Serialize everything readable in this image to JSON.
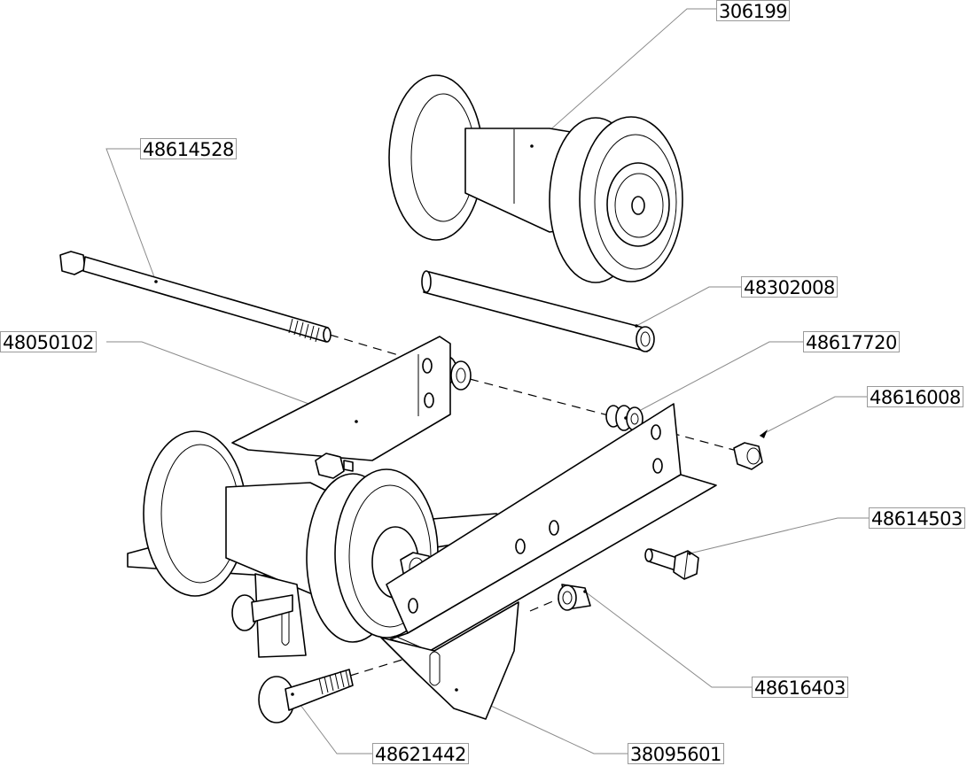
{
  "part_labels": [
    {
      "id": "306199",
      "text": "306199"
    },
    {
      "id": "48614528",
      "text": "48614528"
    },
    {
      "id": "48302008",
      "text": "48302008"
    },
    {
      "id": "48050102",
      "text": "48050102"
    },
    {
      "id": "48617720",
      "text": "48617720"
    },
    {
      "id": "48616008",
      "text": "48616008"
    },
    {
      "id": "48614503",
      "text": "48614503"
    },
    {
      "id": "48616403",
      "text": "48616403"
    },
    {
      "id": "48621442",
      "text": "48621442"
    },
    {
      "id": "38095601",
      "text": "38095601"
    }
  ]
}
